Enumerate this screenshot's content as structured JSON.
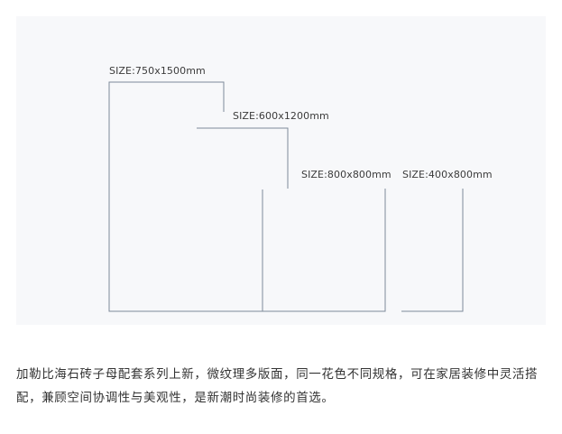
{
  "sizes": [
    {
      "label": "SIZE:750x1500mm"
    },
    {
      "label": "SIZE:600x1200mm"
    },
    {
      "label": "SIZE:800x800mm"
    },
    {
      "label": "SIZE:400x800mm"
    }
  ],
  "caption": "加勒比海石砖子母配套系列上新，微纹理多版面，同一花色不同规格，可在家居装修中灵活搭配，兼顾空间协调性与美观性，是新潮时尚装修的首选。",
  "colors": {
    "panel_bg": "#f7f8fa",
    "line": "#7e8a99",
    "text": "#333333"
  }
}
